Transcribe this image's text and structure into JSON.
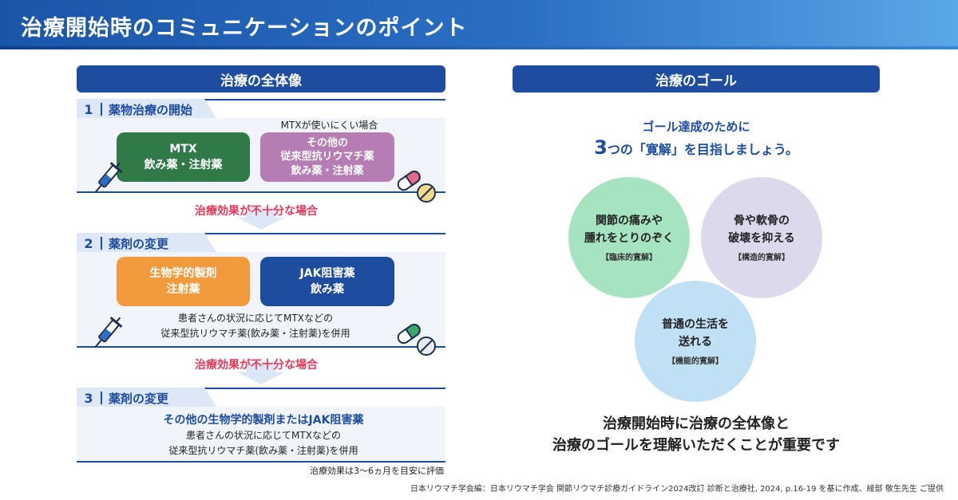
{
  "header": {
    "title": "治療開始時のコミュニケーションのポイント"
  },
  "left": {
    "title": "治療の全体像",
    "step1": {
      "num": "1",
      "label": "薬物治療の開始",
      "note": "MTXが使いにくい場合",
      "pill_a_line1": "MTX",
      "pill_a_line2": "飲み薬・注射薬",
      "pill_b_line1": "その他の",
      "pill_b_line2": "従来型抗リウマチ薬",
      "pill_b_line3": "飲み薬・注射薬"
    },
    "warn1": "治療効果が不十分な場合",
    "step2": {
      "num": "2",
      "label": "薬剤の変更",
      "pill_a_line1": "生物学的製剤",
      "pill_a_line2": "注射薬",
      "pill_b_line1": "JAK阻害薬",
      "pill_b_line2": "飲み薬",
      "note_line1": "患者さんの状況に応じてMTXなどの",
      "note_line2": "従来型抗リウマチ薬(飲み薬・注射薬)を併用"
    },
    "warn2": "治療効果が不十分な場合",
    "step3": {
      "num": "3",
      "label": "薬剤の変更",
      "highlight": "その他の生物学的製剤またはJAK阻害薬",
      "note_line1": "患者さんの状況に応じてMTXなどの",
      "note_line2": "従来型抗リウマチ薬(飲み薬・注射薬)を併用"
    },
    "eval_note": "治療効果は3〜6ヵ月を目安に評価"
  },
  "right": {
    "title": "治療のゴール",
    "intro_line1": "ゴール達成のために",
    "intro_big": "3",
    "intro_line2_rest": "つの「寛解」を目指しましょう。",
    "circles": [
      {
        "line1": "関節の痛みや",
        "line2": "腫れをとりのぞく",
        "tag": "【臨床的寛解】",
        "color": "#a6e3c1"
      },
      {
        "line1": "骨や軟骨の",
        "line2": "破壊を抑える",
        "tag": "【構造的寛解】",
        "color": "#ddd9ec"
      },
      {
        "line1": "普通の生活を",
        "line2": "送れる",
        "tag": "【機能的寛解】",
        "color": "#bfe0f5"
      }
    ],
    "summary_line1": "治療開始時に治療の全体像と",
    "summary_line2": "治療のゴールを理解いただくことが重要です"
  },
  "footer": "日本リウマチ学会編：日本リウマチ学会 関節リウマチ診療ガイドライン2024改訂 診断と治療社, 2024, p.16-19 を基に作成、綾部 敬生先生 ご提供",
  "colors": {
    "brand_blue": "#1e4da0",
    "mtx_green": "#2f7a47",
    "other_purple": "#b57db3",
    "bio_orange": "#f29b3e",
    "jak_blue": "#1e4da0",
    "warn_red": "#e23b5a"
  }
}
